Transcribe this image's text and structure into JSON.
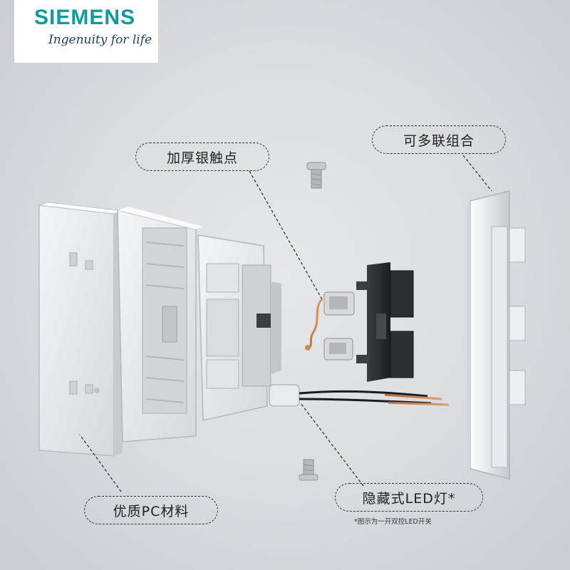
{
  "brand": {
    "name": "SIEMENS",
    "tagline": "Ingenuity for life",
    "color": "#0f9a9b",
    "tagline_color": "#1e3f5a"
  },
  "callouts": {
    "silver_contact": "加厚银触点",
    "multi_combination": "可多联组合",
    "pc_material": "优质PC材料",
    "hidden_led": "隐藏式LED灯*"
  },
  "footnote": "*图示为一开双控LED开关",
  "icons": [
    "screw-icon",
    "spring-contact-icon",
    "led-icon"
  ]
}
